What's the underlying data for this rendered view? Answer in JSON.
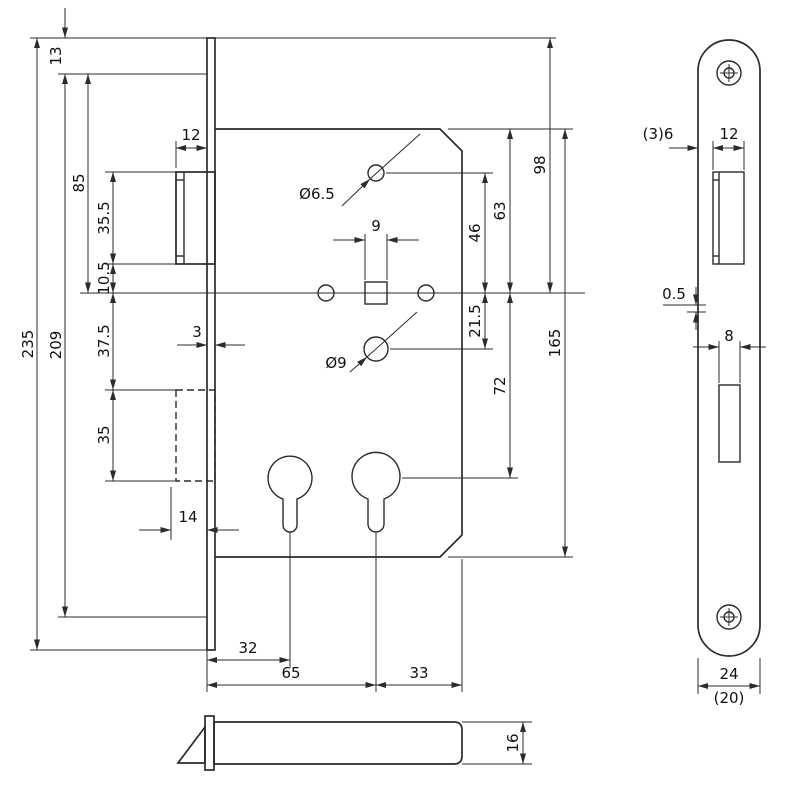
{
  "drawing": {
    "subject": "Mortise lock dimensioned engineering drawing",
    "line_color": "#2b2b2b",
    "background": "#ffffff"
  },
  "main_view": {
    "left_dims": {
      "d13": "13",
      "d235": "235",
      "d209": "209",
      "d85": "85",
      "d35_5": "35.5",
      "d10_5": "10.5",
      "d37_5": "37.5",
      "d35": "35"
    },
    "body_dims": {
      "d12": "12",
      "d3": "3",
      "d14": "14",
      "d9": "9",
      "dia6_5": "Ø6.5",
      "dia9": "Ø9"
    },
    "right_dims": {
      "d46": "46",
      "d63": "63",
      "d98": "98",
      "d21_5": "21.5",
      "d72": "72",
      "d165": "165"
    },
    "bottom_dims": {
      "d32": "32",
      "d65": "65",
      "d33": "33"
    }
  },
  "edge_view": {
    "dims": {
      "d16": "16"
    }
  },
  "strike_view": {
    "dims": {
      "d36": "(3)6",
      "d12": "12",
      "d05": "0.5",
      "d8": "8",
      "d24": "24",
      "d20": "(20)"
    }
  }
}
